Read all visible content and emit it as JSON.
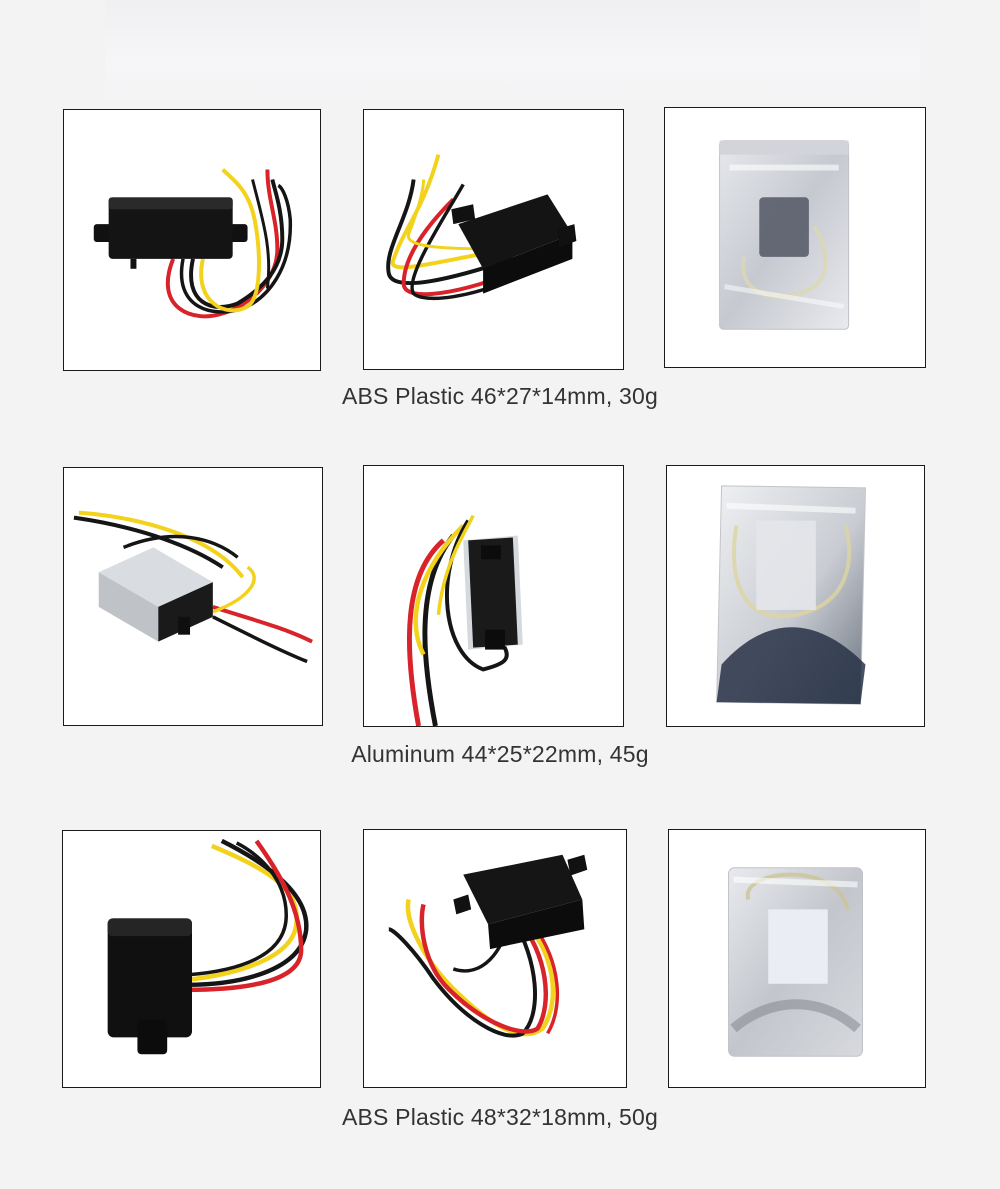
{
  "rows": [
    {
      "caption": "ABS Plastic 46*27*14mm, 30g",
      "images": [
        {
          "name": "black-plastic-converter-front"
        },
        {
          "name": "black-plastic-converter-angle"
        },
        {
          "name": "converter-in-antistatic-bag"
        }
      ]
    },
    {
      "caption": "Aluminum 44*25*22mm, 45g",
      "images": [
        {
          "name": "aluminum-converter-side"
        },
        {
          "name": "aluminum-converter-top"
        },
        {
          "name": "aluminum-converter-in-bag"
        }
      ]
    },
    {
      "caption": "ABS Plastic 48*32*18mm, 50g",
      "images": [
        {
          "name": "large-black-converter-front"
        },
        {
          "name": "large-black-converter-angle"
        },
        {
          "name": "large-converter-in-bag"
        }
      ]
    }
  ],
  "colors": {
    "background": "#f3f3f3",
    "wire_red": "#d8232a",
    "wire_yellow": "#f2d21b",
    "wire_black": "#151515",
    "caption_text": "#333333"
  }
}
